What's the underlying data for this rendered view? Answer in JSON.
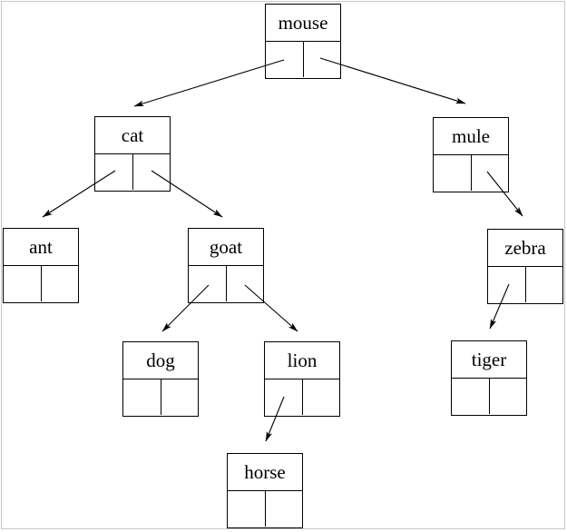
{
  "diagram": {
    "kind": "binary-tree",
    "colors": {
      "line": "#000000",
      "text": "#000000",
      "background": "#ffffff",
      "frame_border": "#c8c8c8"
    },
    "nodes": {
      "mouse": {
        "label": "mouse"
      },
      "cat": {
        "label": "cat"
      },
      "mule": {
        "label": "mule"
      },
      "ant": {
        "label": "ant"
      },
      "goat": {
        "label": "goat"
      },
      "zebra": {
        "label": "zebra"
      },
      "dog": {
        "label": "dog"
      },
      "lion": {
        "label": "lion"
      },
      "tiger": {
        "label": "tiger"
      },
      "horse": {
        "label": "horse"
      }
    },
    "edges": [
      {
        "from": "mouse",
        "pointer": "left",
        "to": "cat"
      },
      {
        "from": "mouse",
        "pointer": "right",
        "to": "mule"
      },
      {
        "from": "cat",
        "pointer": "left",
        "to": "ant"
      },
      {
        "from": "cat",
        "pointer": "right",
        "to": "goat"
      },
      {
        "from": "goat",
        "pointer": "left",
        "to": "dog"
      },
      {
        "from": "goat",
        "pointer": "right",
        "to": "lion"
      },
      {
        "from": "lion",
        "pointer": "left",
        "to": "horse"
      },
      {
        "from": "mule",
        "pointer": "right",
        "to": "zebra"
      },
      {
        "from": "zebra",
        "pointer": "left",
        "to": "tiger"
      }
    ]
  }
}
